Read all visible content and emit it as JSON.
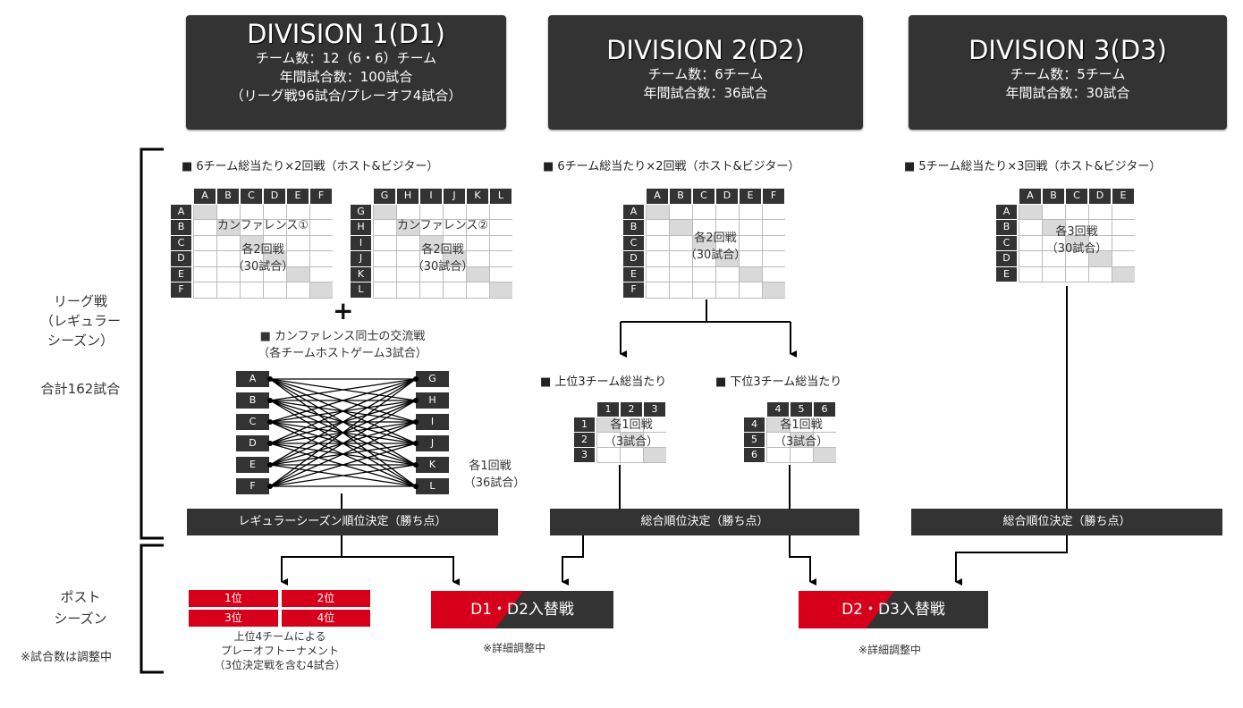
{
  "divisions": [
    {
      "title": "DIVISION 1(D1)",
      "lines": [
        "チーム数：12（6・6）チーム",
        "年間試合数：100試合",
        "（リーグ戦96試合/プレーオフ4試合）"
      ]
    },
    {
      "title": "DIVISION 2(D2)",
      "lines": [
        "チーム数：6チーム",
        "年間試合数：36試合"
      ]
    },
    {
      "title": "DIVISION 3(D3)",
      "lines": [
        "チーム数：5チーム",
        "年間試合数：30試合"
      ]
    }
  ],
  "side": {
    "league_label": [
      "リーグ戦",
      "（レギュラー",
      "シーズン）"
    ],
    "league_total": "合計162試合",
    "post_label": [
      "ポスト",
      "シーズン"
    ],
    "post_note": "※試合数は調整中"
  },
  "d1": {
    "heading": "■ 6チーム総当たり×2回戦（ホスト&ビジター）",
    "conf1": {
      "cols": [
        "A",
        "B",
        "C",
        "D",
        "E",
        "F"
      ],
      "rows": [
        "A",
        "B",
        "C",
        "D",
        "E",
        "F"
      ],
      "name": "カンファレンス①",
      "rounds": "各2回戦",
      "games": "（30試合）"
    },
    "conf2": {
      "cols": [
        "G",
        "H",
        "I",
        "J",
        "K",
        "L"
      ],
      "rows": [
        "G",
        "H",
        "I",
        "J",
        "K",
        "L"
      ],
      "name": "カンファレンス②",
      "rounds": "各2回戦",
      "games": "（30試合）"
    },
    "plus": "+",
    "inter_heading": "■ カンファレンス同士の交流戦",
    "inter_sub": "（各チームホストゲーム3試合）",
    "left_teams": [
      "A",
      "B",
      "C",
      "D",
      "E",
      "F"
    ],
    "right_teams": [
      "G",
      "H",
      "I",
      "J",
      "K",
      "L"
    ],
    "inter_rounds": "各1回戦",
    "inter_games": "（36試合）",
    "standing_bar": "レギュラーシーズン順位決定（勝ち点）",
    "playoff_cells": [
      "1位",
      "2位",
      "3位",
      "4位"
    ],
    "playoff_caption": [
      "上位4チームによる",
      "プレーオフトーナメント",
      "（3位決定戦を含む4試合）"
    ]
  },
  "d2": {
    "heading": "■ 6チーム総当たり×2回戦（ホスト&ビジター）",
    "grid": {
      "cols": [
        "A",
        "B",
        "C",
        "D",
        "E",
        "F"
      ],
      "rows": [
        "A",
        "B",
        "C",
        "D",
        "E",
        "F"
      ],
      "rounds": "各2回戦",
      "games": "（30試合）"
    },
    "upper_heading": "■ 上位3チーム総当たり",
    "lower_heading": "■ 下位3チーム総当たり",
    "upper_grid": {
      "cols": [
        "1",
        "2",
        "3"
      ],
      "rows": [
        "1",
        "2",
        "3"
      ],
      "rounds": "各1回戦",
      "games": "（3試合）"
    },
    "lower_grid": {
      "cols": [
        "4",
        "5",
        "6"
      ],
      "rows": [
        "4",
        "5",
        "6"
      ],
      "rounds": "各1回戦",
      "games": "（3試合）"
    },
    "standing_bar": "総合順位決定（勝ち点）"
  },
  "d3": {
    "heading": "■ 5チーム総当たり×3回戦（ホスト&ビジター）",
    "grid": {
      "cols": [
        "A",
        "B",
        "C",
        "D",
        "E"
      ],
      "rows": [
        "A",
        "B",
        "C",
        "D",
        "E"
      ],
      "rounds": "各3回戦",
      "games": "（30試合）"
    },
    "standing_bar": "総合順位決定（勝ち点）"
  },
  "swaps": [
    {
      "label": "D1・D2入替戦",
      "note": "※詳細調整中"
    },
    {
      "label": "D2・D3入替戦",
      "note": "※詳細調整中"
    }
  ],
  "colors": {
    "dark": "#333333",
    "red": "#d7001a",
    "diag": "#d9d9d9"
  }
}
